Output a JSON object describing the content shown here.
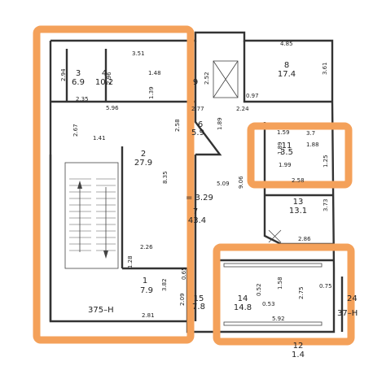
{
  "colors": {
    "highlight": "#f4a15a",
    "wall": "#333333",
    "line": "#444444"
  },
  "rooms": [
    {
      "id": "r3",
      "number": "3",
      "area": "6.9"
    },
    {
      "id": "r4",
      "number": "4",
      "area": "10.2"
    },
    {
      "id": "r8",
      "number": "8",
      "area": "17.4"
    },
    {
      "id": "r9",
      "number": "9",
      "area": ""
    },
    {
      "id": "r6",
      "number": "6",
      "area": "5.9"
    },
    {
      "id": "r2",
      "number": "2",
      "area": "27.9"
    },
    {
      "id": "r7",
      "number": "7",
      "area": "43.4"
    },
    {
      "id": "r11",
      "number": "11",
      "area": "3.5"
    },
    {
      "id": "r13",
      "number": "13",
      "area": "13.1"
    },
    {
      "id": "r1",
      "number": "1",
      "area": "7.9"
    },
    {
      "id": "r15",
      "number": "15",
      "area": "7.8"
    },
    {
      "id": "r14",
      "number": "14",
      "area": "14.8"
    },
    {
      "id": "r12",
      "number": "12",
      "area": "1.4"
    }
  ],
  "dimensions": [
    "3.51",
    "1.48",
    "2.94",
    "2.96",
    "2.35",
    "5.96",
    "1.39",
    "2.67",
    "1.41",
    "2.58",
    "8.35",
    "4.85",
    "3.61",
    "2.52",
    "0.97",
    "2.77",
    "2.24",
    "1.89",
    "1.59",
    "3.7",
    "1.88",
    "1.89",
    "1.99",
    "1.25",
    "2.58",
    "5.09",
    "9.06",
    "3.73",
    "2.86",
    "2.26",
    "1.28",
    "3.82",
    "0.65",
    "2.09",
    "2.81",
    "0.52",
    "1.58",
    "0.53",
    "2.75",
    "0.75",
    "5.92"
  ],
  "labels": {
    "ceiling": "= 3.29",
    "mark_a": "375–H",
    "mark_b": "37–H",
    "corner_room": "24"
  }
}
